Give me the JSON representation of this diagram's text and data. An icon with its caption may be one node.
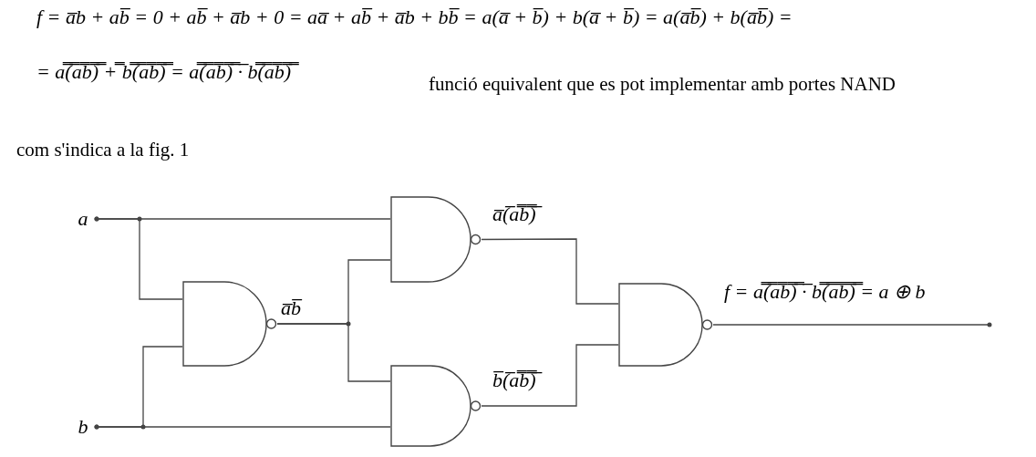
{
  "diagram": {
    "nodes": [
      {
        "text": [
          "a"
        ]
      },
      {
        "text": [
          "b"
        ]
      },
      {
        "text": [],
        "shape": "gate"
      },
      {
        "text": [],
        "shape": "gate"
      },
      {
        "text": [],
        "shape": "gate"
      },
      {
        "text": [],
        "shape": "gate"
      }
    ],
    "edges": [
      {
        "from": 0,
        "to": 2,
        "arrow": "other"
      },
      {
        "from": 0,
        "to": 3,
        "arrow": "other"
      },
      {
        "from": 1,
        "to": 2,
        "arrow": "other"
      },
      {
        "from": 1,
        "to": 4,
        "arrow": "other"
      },
      {
        "from": 2,
        "to": 3,
        "arrow": "none",
        "label": "a̅b̅"
      },
      {
        "from": 2,
        "to": 4,
        "arrow": "none"
      },
      {
        "from": 3,
        "to": 5,
        "arrow": "none",
        "label": "a̅(̅a̿b̿)̅"
      },
      {
        "from": 4,
        "to": 5,
        "arrow": "none",
        "label": "b̅(̅a̿b̿)̅"
      },
      {
        "from": 5,
        "to": null,
        "arrow": "other",
        "label": "f = a̿(̿a̿b̿)̿ ·̅ b̿(̿a̿b̿)̿ = a ⊕ b"
      }
    ],
    "labels": [
      "f = a̅b + ab̅ = 0 + ab̅ + a̅b + 0 = aa̅ + ab̅ + a̅b + bb̅ = a(a̅ + b̅) + b(a̅ + b̅) = a(a̅b̅) + b(a̅b̅) =",
      "= a̿(̿a̿b̿)̿ +̿ b̿(̿a̿b̿)̿ = a̿(̿a̿b̿)̿ ·̅ b̿(̿a̿b̿)̿",
      "funció equivalent que es pot implementar amb portes NAND",
      "com s'indica a la fig. 1"
    ]
  }
}
